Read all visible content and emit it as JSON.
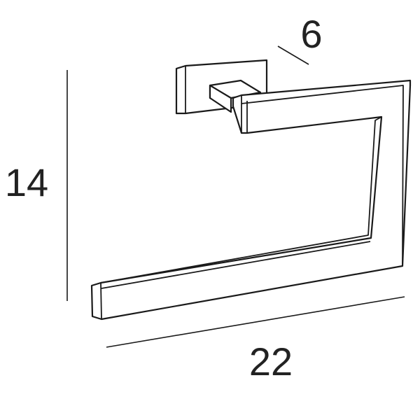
{
  "dimensions": {
    "depth": "6",
    "height": "14",
    "width": "22"
  },
  "colors": {
    "line": "#1a1a1a",
    "text": "#222222",
    "background": "#ffffff"
  }
}
